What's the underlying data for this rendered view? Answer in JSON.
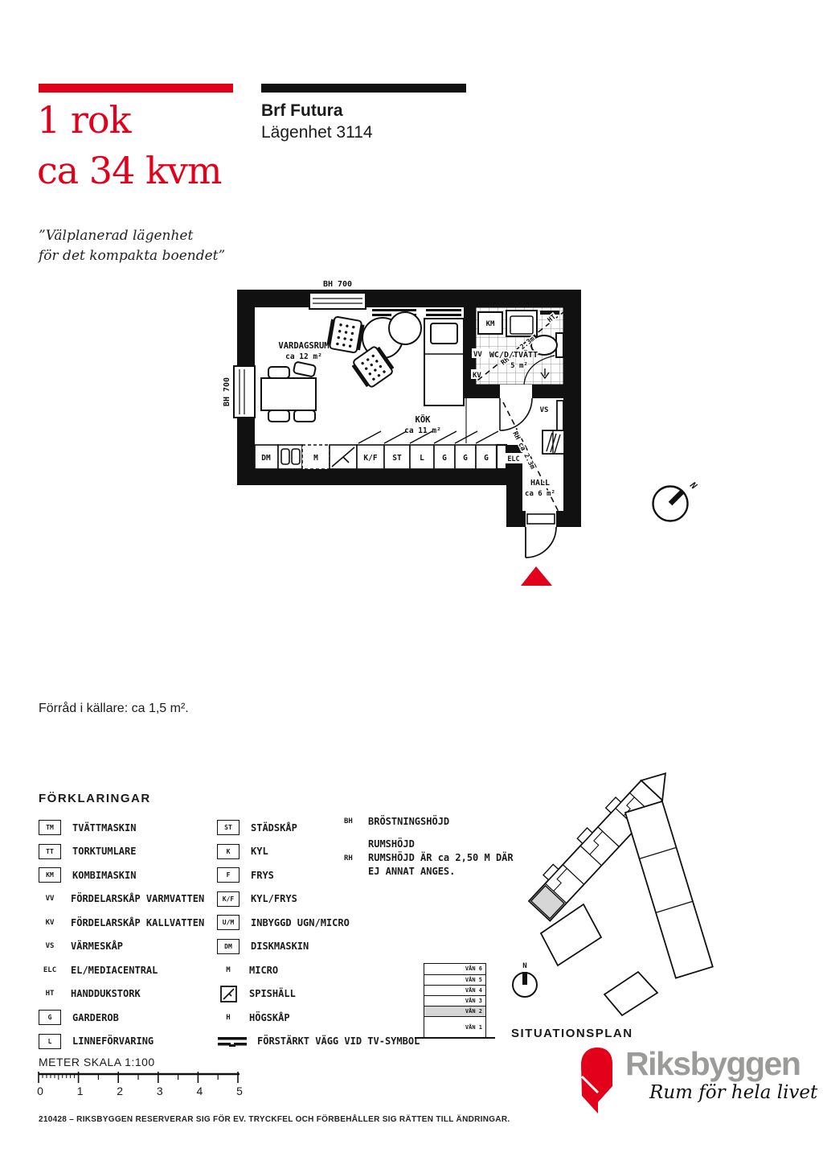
{
  "colors": {
    "accent_red": "#e2001a",
    "logo_gray": "#9b9b9a",
    "highlight_gray": "#d6d6d6",
    "ink": "#111111"
  },
  "header": {
    "size_line1": "1 rok",
    "size_line2": "ca 34 kvm",
    "project": "Brf Futura",
    "apartment": "Lägenhet 3114",
    "quote_line1": "”Välplanerad lägenhet",
    "quote_line2": "för det kompakta boendet”"
  },
  "plan": {
    "bh_top": "BH 700",
    "bh_left": "BH 700",
    "vardagsrum": "VARDAGSRUM",
    "vardagsrum_area": "ca 12 m²",
    "kok": "KÖK",
    "kok_area": "ca 11 m²",
    "wc": "WC/D/TVÄTT",
    "wc_area": "5 m²",
    "hall": "HALL",
    "hall_area": "ca 6 m²",
    "km": "KM",
    "ht": "HT",
    "vv": "VV",
    "kv": "KV",
    "vs": "VS",
    "elc": "ELC",
    "rh_bath": "RH ca 2.3m",
    "rh_hall": "RH ca 2.3m",
    "cab": [
      "DM",
      "M",
      "K/F",
      "ST",
      "L",
      "G",
      "G",
      "G"
    ],
    "compass_n": "N"
  },
  "storage_note": "Förråd i källare: ca 1,5 m².",
  "legend": {
    "title": "FÖRKLARINGAR",
    "col1": [
      {
        "sym": "TM",
        "label": "TVÄTTMASKIN"
      },
      {
        "sym": "TT",
        "label": "TORKTUMLARE"
      },
      {
        "sym": "KM",
        "label": "KOMBIMASKIN"
      },
      {
        "sym": "VV",
        "label": "FÖRDELARSKÅP VARMVATTEN"
      },
      {
        "sym": "KV",
        "label": "FÖRDELARSKÅP KALLVATTEN"
      },
      {
        "sym": "VS",
        "label": "VÄRMESKÅP"
      },
      {
        "sym": "ELC",
        "label": "EL/MEDIACENTRAL"
      },
      {
        "sym": "HT",
        "label": "HANDDUKSTORK"
      },
      {
        "sym": "G",
        "label": "GARDEROB"
      },
      {
        "sym": "L",
        "label": "LINNEFÖRVARING"
      }
    ],
    "col2": [
      {
        "sym": "ST",
        "label": "STÄDSKÅP"
      },
      {
        "sym": "K",
        "label": "KYL"
      },
      {
        "sym": "F",
        "label": "FRYS"
      },
      {
        "sym": "K/F",
        "label": "KYL/FRYS"
      },
      {
        "sym": "U/M",
        "label": "INBYGGD UGN/MICRO"
      },
      {
        "sym": "DM",
        "label": "DISKMASKIN"
      },
      {
        "sym": "M",
        "label": "MICRO"
      },
      {
        "sym": "",
        "label": "SPISHÄLL"
      },
      {
        "sym": "H",
        "label": "HÖGSKÅP"
      },
      {
        "sym": "",
        "label": "FÖRSTÄRKT VÄGG VID TV-SYMBOL"
      }
    ],
    "col3_bh": {
      "sym": "BH",
      "label": "BRÖSTNINGSHÖJD"
    },
    "col3_rh": {
      "sym": "RH",
      "label": "RUMSHÖJD",
      "note1": "RUMSHÖJD ÄR ca 2,50 M DÄR",
      "note2": "EJ ANNAT ANGES."
    }
  },
  "elevation": {
    "floors": [
      "VÅN 6",
      "VÅN 5",
      "VÅN 4",
      "VÅN 3",
      "VÅN 2",
      "VÅN 1"
    ],
    "highlighted": "VÅN 2"
  },
  "situationsplan": {
    "title": "SITUATIONSPLAN",
    "compass_n": "N"
  },
  "scalebar": {
    "title": "METER  SKALA 1:100",
    "ticks": [
      "0",
      "1",
      "2",
      "3",
      "4",
      "5"
    ]
  },
  "footer": {
    "disclaimer": "210428 – RIKSBYGGEN RESERVERAR SIG FÖR EV. TRYCKFEL OCH FÖRBEHÅLLER SIG RÄTTEN TILL ÄNDRINGAR."
  },
  "logo": {
    "name": "Riksbyggen",
    "tagline": "Rum för hela livet"
  }
}
